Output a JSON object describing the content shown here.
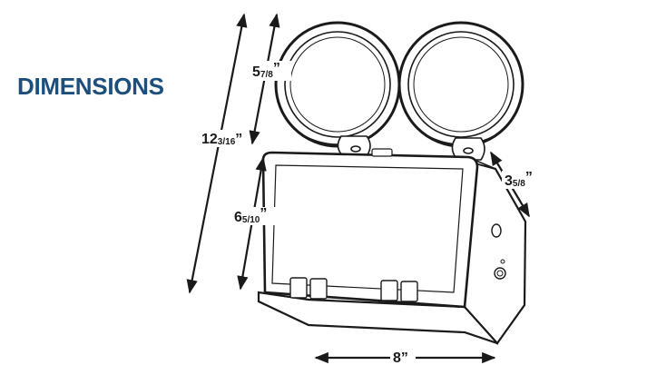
{
  "title": "DIMENSIONS",
  "dimensions": {
    "overall_height": {
      "whole": "12",
      "frac": "3/16",
      "mark": "”"
    },
    "head_height": {
      "whole": "5",
      "frac": "7/8",
      "mark": "”"
    },
    "housing_height": {
      "whole": "6",
      "frac": "5/10",
      "mark": "”"
    },
    "depth": {
      "whole": "3",
      "frac": "5/8",
      "mark": "”"
    },
    "width": {
      "whole": "8",
      "frac": "",
      "mark": "”"
    }
  },
  "colors": {
    "title": "#1d4f7c",
    "line": "#1a1a1a"
  }
}
